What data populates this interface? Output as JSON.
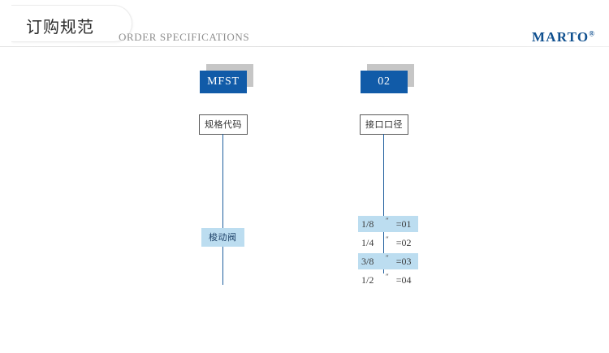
{
  "header": {
    "title_cn": "订购规范",
    "title_en": "ORDER SPECIFICATIONS",
    "logo_text": "MARTO",
    "logo_mark": "®",
    "accent_blue": "#115ba8",
    "highlight_blue": "#bcddf0",
    "rule_gray": "#dcdcdc"
  },
  "columns": [
    {
      "code": "MFST",
      "label": "规格代码",
      "values": [
        {
          "text": "梭动阀",
          "highlighted": true
        }
      ]
    },
    {
      "code": "02",
      "label": "接口口径",
      "values": [
        {
          "size": "1/8",
          "unit": "″",
          "equals": "=01",
          "highlighted": true
        },
        {
          "size": "1/4",
          "unit": "″",
          "equals": "=02",
          "highlighted": false
        },
        {
          "size": "3/8",
          "unit": "″",
          "equals": "=03",
          "highlighted": true
        },
        {
          "size": "1/2",
          "unit": "″",
          "equals": "=04",
          "highlighted": false
        }
      ]
    }
  ]
}
